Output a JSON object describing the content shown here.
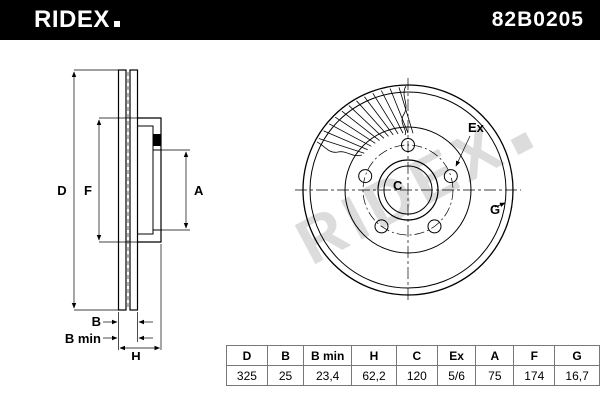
{
  "header": {
    "brand": "RIDEX",
    "part_number": "82B0205"
  },
  "drawing": {
    "side_view": {
      "labels": {
        "D": "D",
        "F": "F",
        "A": "A",
        "B": "B",
        "B_min": "B min",
        "H": "H"
      }
    },
    "front_view": {
      "labels": {
        "Ex": "Ex",
        "C": "C",
        "G": "G"
      },
      "watermark": "RIDEX"
    }
  },
  "table": {
    "headers": [
      "D",
      "B",
      "B min",
      "H",
      "C",
      "Ex",
      "A",
      "F",
      "G"
    ],
    "values": [
      "325",
      "25",
      "23,4",
      "62,2",
      "120",
      "5/6",
      "75",
      "174",
      "16,7"
    ]
  },
  "colors": {
    "header_bg": "#000000",
    "header_text": "#ffffff",
    "line": "#000000",
    "watermark": "#dcdcdc"
  }
}
